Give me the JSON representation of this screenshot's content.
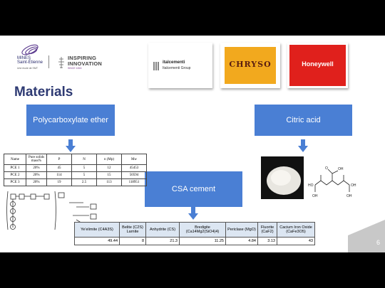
{
  "header": {
    "mines_lines": [
      "MINES",
      "Saint-Étienne"
    ],
    "mines_sub": "Une école de l'IMT",
    "inspiring_lines": [
      "INSPIRING",
      "INNOVATION"
    ],
    "since": "SINCE 1816",
    "title": "Materials"
  },
  "partners": {
    "italcementi_name": "italcementi",
    "italcementi_sub": "Italcementi Group",
    "chryso": "CHRYSO",
    "honeywell": "Honeywell"
  },
  "boxes": {
    "pce": "Polycarboxylate ether",
    "citric": "Citric acid",
    "csa": "CSA cement"
  },
  "pce_table": {
    "headers": [
      "Name",
      "Pure solids mass%",
      "P",
      "N",
      "n (Mp)",
      "Mw"
    ],
    "rows": [
      [
        "PCE 1",
        "20%",
        "45",
        "5",
        "12",
        "45453"
      ],
      [
        "PCE 2",
        "20%",
        "114",
        "5",
        "15",
        "50594"
      ],
      [
        "PCE 3",
        "20%",
        "19",
        "2.5",
        "113",
        "118951"
      ]
    ]
  },
  "csa_table": {
    "headers": [
      "Ye'elimite (C4A3S)",
      "Belite (C2S) Larnite",
      "Anhydrite (CS)",
      "Bredigite (Ca14Mg2(SiO4)4)",
      "Periclase (MgO)",
      "Fluorite (CaF2)",
      "Cacium Iron Oxide (CaFe3O5)"
    ],
    "values": [
      "49.44",
      "8",
      "21.3",
      "11.25",
      "4.84",
      "3.13",
      "43"
    ]
  },
  "chem_labels": {
    "oh_top": "OH",
    "o_top": "O",
    "oh_left": "HO",
    "oh_right": "OH",
    "oh_bottom_left": "OH",
    "oh_bottom_right": "OH"
  },
  "page_number": "6",
  "colors": {
    "accent_blue": "#4a7fd4",
    "title_navy": "#2e3a73",
    "honeywell_red": "#e0201c",
    "chryso_orange": "#f2a91e"
  }
}
